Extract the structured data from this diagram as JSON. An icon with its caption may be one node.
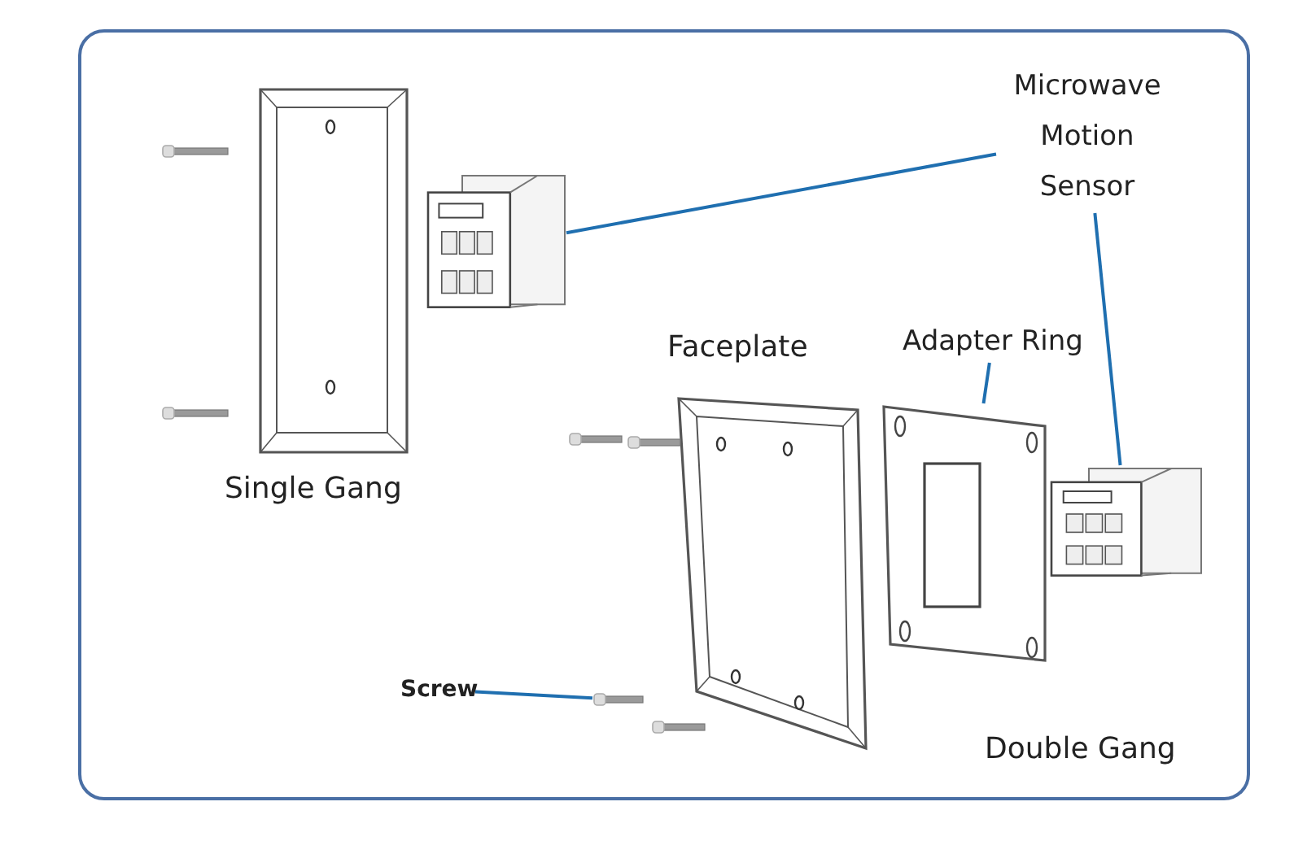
{
  "diagram": {
    "nodes": [
      {
        "text": [
          "Microwave Motion Sensor"
        ]
      },
      {
        "text": [],
        "shape": "picture"
      },
      {
        "text": [],
        "shape": "picture"
      },
      {
        "text": [
          "Adapter Ring"
        ]
      },
      {
        "text": [],
        "shape": "picture"
      },
      {
        "text": [
          "Screw"
        ]
      },
      {
        "text": [],
        "shape": "picture"
      }
    ],
    "edges": [
      {
        "from": 0,
        "to": 1,
        "arrow": "none"
      },
      {
        "from": 0,
        "to": 2,
        "arrow": "none"
      },
      {
        "from": 3,
        "to": 4,
        "arrow": "none"
      },
      {
        "from": 5,
        "to": 6,
        "arrow": "none"
      }
    ],
    "labels": [
      "Single Gang",
      "Faceplate",
      "Double Gang"
    ]
  }
}
